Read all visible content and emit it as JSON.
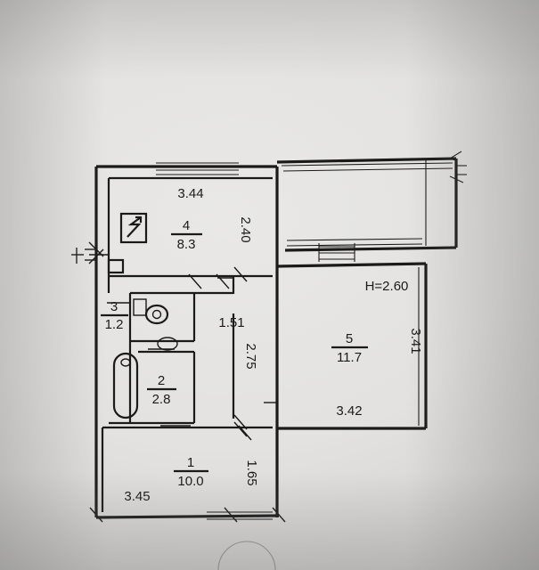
{
  "document": {
    "type": "apartment-floor-plan",
    "title": "",
    "ceiling_height_label": "H=2.60"
  },
  "rooms": [
    {
      "id": "r4",
      "number": "4",
      "area": "8.3",
      "name": "room-4"
    },
    {
      "id": "r3",
      "number": "3",
      "area": "1.2",
      "name": "room-3"
    },
    {
      "id": "r2",
      "number": "2",
      "area": "2.8",
      "name": "room-2"
    },
    {
      "id": "r1",
      "number": "1",
      "area": "10.0",
      "name": "room-1"
    },
    {
      "id": "r5",
      "number": "5",
      "area": "11.7",
      "name": "room-5"
    }
  ],
  "dimensions": {
    "top_room4_width": "3.44",
    "room4_height": "2.40",
    "corridor_width": "1.51",
    "corridor_height": "2.75",
    "room1_bottom_width": "3.45",
    "room1_height": "1.65",
    "room5_width": "3.42",
    "room5_height": "3.41",
    "ceiling": "H=2.60"
  },
  "fixtures": [
    {
      "name": "electrical-panel-icon"
    },
    {
      "name": "toilet-icon"
    },
    {
      "name": "sink-icon"
    },
    {
      "name": "bathtub-icon"
    }
  ]
}
